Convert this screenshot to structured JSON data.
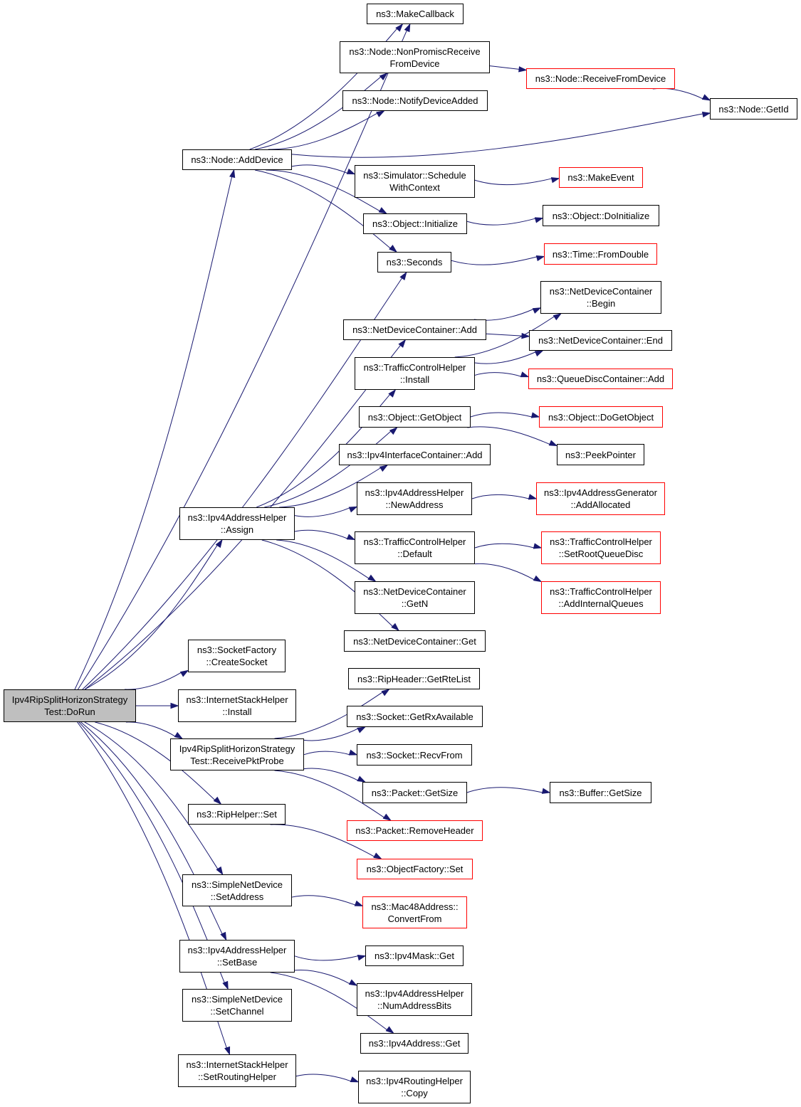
{
  "colors": {
    "edge": "#191970",
    "truncated_border": "#ff0000",
    "root_fill": "#bfbfbf",
    "node_border": "#000000"
  },
  "nodes": [
    {
      "id": "root",
      "label": "Ipv4RipSplitHorizonStrategy\nTest::DoRun",
      "style": "root"
    },
    {
      "id": "makecallback",
      "label": "ns3::MakeCallback",
      "style": "normal"
    },
    {
      "id": "nonpromisc",
      "label": "ns3::Node::NonPromiscReceive\nFromDevice",
      "style": "normal"
    },
    {
      "id": "receivefromdevice",
      "label": "ns3::Node::ReceiveFromDevice",
      "style": "truncated"
    },
    {
      "id": "getid",
      "label": "ns3::Node::GetId",
      "style": "normal"
    },
    {
      "id": "notifydeviceadded",
      "label": "ns3::Node::NotifyDeviceAdded",
      "style": "normal"
    },
    {
      "id": "adddevice",
      "label": "ns3::Node::AddDevice",
      "style": "normal"
    },
    {
      "id": "schedulewithcontext",
      "label": "ns3::Simulator::Schedule\nWithContext",
      "style": "normal"
    },
    {
      "id": "makeevent",
      "label": "ns3::MakeEvent",
      "style": "truncated"
    },
    {
      "id": "objinitialize",
      "label": "ns3::Object::Initialize",
      "style": "normal"
    },
    {
      "id": "doinitialize",
      "label": "ns3::Object::DoInitialize",
      "style": "normal"
    },
    {
      "id": "seconds",
      "label": "ns3::Seconds",
      "style": "normal"
    },
    {
      "id": "fromdouble",
      "label": "ns3::Time::FromDouble",
      "style": "truncated"
    },
    {
      "id": "ndcbegin",
      "label": "ns3::NetDeviceContainer\n::Begin",
      "style": "normal"
    },
    {
      "id": "ndcadd",
      "label": "ns3::NetDeviceContainer::Add",
      "style": "normal"
    },
    {
      "id": "ndcend",
      "label": "ns3::NetDeviceContainer::End",
      "style": "normal"
    },
    {
      "id": "tchinstall",
      "label": "ns3::TrafficControlHelper\n::Install",
      "style": "normal"
    },
    {
      "id": "qdcadd",
      "label": "ns3::QueueDiscContainer::Add",
      "style": "truncated"
    },
    {
      "id": "getobject",
      "label": "ns3::Object::GetObject",
      "style": "normal"
    },
    {
      "id": "dogetobject",
      "label": "ns3::Object::DoGetObject",
      "style": "truncated"
    },
    {
      "id": "peekpointer",
      "label": "ns3::PeekPointer",
      "style": "normal"
    },
    {
      "id": "ipv4icadd",
      "label": "ns3::Ipv4InterfaceContainer::Add",
      "style": "normal"
    },
    {
      "id": "newaddress",
      "label": "ns3::Ipv4AddressHelper\n::NewAddress",
      "style": "normal"
    },
    {
      "id": "addallocated",
      "label": "ns3::Ipv4AddressGenerator\n::AddAllocated",
      "style": "truncated"
    },
    {
      "id": "assign",
      "label": "ns3::Ipv4AddressHelper\n::Assign",
      "style": "normal"
    },
    {
      "id": "tchdefault",
      "label": "ns3::TrafficControlHelper\n::Default",
      "style": "normal"
    },
    {
      "id": "setrootqueuedisc",
      "label": "ns3::TrafficControlHelper\n::SetRootQueueDisc",
      "style": "truncated"
    },
    {
      "id": "ndcgetn",
      "label": "ns3::NetDeviceContainer\n::GetN",
      "style": "normal"
    },
    {
      "id": "addinternalqueues",
      "label": "ns3::TrafficControlHelper\n::AddInternalQueues",
      "style": "truncated"
    },
    {
      "id": "ndcget",
      "label": "ns3::NetDeviceContainer::Get",
      "style": "normal"
    },
    {
      "id": "createsocket",
      "label": "ns3::SocketFactory\n::CreateSocket",
      "style": "normal"
    },
    {
      "id": "ishinstall",
      "label": "ns3::InternetStackHelper\n::Install",
      "style": "normal"
    },
    {
      "id": "getrtelist",
      "label": "ns3::RipHeader::GetRteList",
      "style": "normal"
    },
    {
      "id": "getrxavailable",
      "label": "ns3::Socket::GetRxAvailable",
      "style": "normal"
    },
    {
      "id": "receivepktprobe",
      "label": "Ipv4RipSplitHorizonStrategy\nTest::ReceivePktProbe",
      "style": "normal"
    },
    {
      "id": "recvfrom",
      "label": "ns3::Socket::RecvFrom",
      "style": "normal"
    },
    {
      "id": "packetgetsize",
      "label": "ns3::Packet::GetSize",
      "style": "normal"
    },
    {
      "id": "buffergetsize",
      "label": "ns3::Buffer::GetSize",
      "style": "normal"
    },
    {
      "id": "riphelperset",
      "label": "ns3::RipHelper::Set",
      "style": "normal"
    },
    {
      "id": "removeheader",
      "label": "ns3::Packet::RemoveHeader",
      "style": "truncated"
    },
    {
      "id": "objectfactoryset",
      "label": "ns3::ObjectFactory::Set",
      "style": "truncated"
    },
    {
      "id": "setaddress",
      "label": "ns3::SimpleNetDevice\n::SetAddress",
      "style": "normal"
    },
    {
      "id": "convertfrom",
      "label": "ns3::Mac48Address::\nConvertFrom",
      "style": "truncated"
    },
    {
      "id": "setbase",
      "label": "ns3::Ipv4AddressHelper\n::SetBase",
      "style": "normal"
    },
    {
      "id": "ipv4maskget",
      "label": "ns3::Ipv4Mask::Get",
      "style": "normal"
    },
    {
      "id": "numaddressbits",
      "label": "ns3::Ipv4AddressHelper\n::NumAddressBits",
      "style": "normal"
    },
    {
      "id": "setchannel",
      "label": "ns3::SimpleNetDevice\n::SetChannel",
      "style": "normal"
    },
    {
      "id": "ipv4addressget",
      "label": "ns3::Ipv4Address::Get",
      "style": "normal"
    },
    {
      "id": "setroutinghelper",
      "label": "ns3::InternetStackHelper\n::SetRoutingHelper",
      "style": "normal"
    },
    {
      "id": "routinghelpercopy",
      "label": "ns3::Ipv4RoutingHelper\n::Copy",
      "style": "normal"
    }
  ],
  "edges": [
    [
      "root",
      "makecallback"
    ],
    [
      "root",
      "adddevice"
    ],
    [
      "root",
      "seconds"
    ],
    [
      "root",
      "ndcadd"
    ],
    [
      "root",
      "assign"
    ],
    [
      "root",
      "createsocket"
    ],
    [
      "root",
      "ishinstall"
    ],
    [
      "root",
      "receivepktprobe"
    ],
    [
      "root",
      "riphelperset"
    ],
    [
      "root",
      "setaddress"
    ],
    [
      "root",
      "setbase"
    ],
    [
      "root",
      "setchannel"
    ],
    [
      "root",
      "setroutinghelper"
    ],
    [
      "adddevice",
      "makecallback"
    ],
    [
      "adddevice",
      "nonpromisc"
    ],
    [
      "adddevice",
      "notifydeviceadded"
    ],
    [
      "adddevice",
      "getid"
    ],
    [
      "adddevice",
      "schedulewithcontext"
    ],
    [
      "adddevice",
      "objinitialize"
    ],
    [
      "adddevice",
      "seconds"
    ],
    [
      "nonpromisc",
      "receivefromdevice"
    ],
    [
      "receivefromdevice",
      "getid"
    ],
    [
      "schedulewithcontext",
      "makeevent"
    ],
    [
      "objinitialize",
      "doinitialize"
    ],
    [
      "seconds",
      "fromdouble"
    ],
    [
      "ndcadd",
      "ndcbegin"
    ],
    [
      "ndcadd",
      "ndcend"
    ],
    [
      "tchinstall",
      "ndcbegin"
    ],
    [
      "tchinstall",
      "ndcend"
    ],
    [
      "tchinstall",
      "qdcadd"
    ],
    [
      "getobject",
      "dogetobject"
    ],
    [
      "getobject",
      "peekpointer"
    ],
    [
      "assign",
      "tchinstall"
    ],
    [
      "assign",
      "getobject"
    ],
    [
      "assign",
      "ipv4icadd"
    ],
    [
      "assign",
      "newaddress"
    ],
    [
      "assign",
      "tchdefault"
    ],
    [
      "assign",
      "ndcgetn"
    ],
    [
      "assign",
      "ndcget"
    ],
    [
      "newaddress",
      "addallocated"
    ],
    [
      "tchdefault",
      "setrootqueuedisc"
    ],
    [
      "tchdefault",
      "addinternalqueues"
    ],
    [
      "receivepktprobe",
      "getrtelist"
    ],
    [
      "receivepktprobe",
      "getrxavailable"
    ],
    [
      "receivepktprobe",
      "recvfrom"
    ],
    [
      "receivepktprobe",
      "packetgetsize"
    ],
    [
      "receivepktprobe",
      "removeheader"
    ],
    [
      "packetgetsize",
      "buffergetsize"
    ],
    [
      "riphelperset",
      "objectfactoryset"
    ],
    [
      "setaddress",
      "convertfrom"
    ],
    [
      "setbase",
      "ipv4maskget"
    ],
    [
      "setbase",
      "numaddressbits"
    ],
    [
      "setbase",
      "ipv4addressget"
    ],
    [
      "setroutinghelper",
      "routinghelpercopy"
    ]
  ]
}
